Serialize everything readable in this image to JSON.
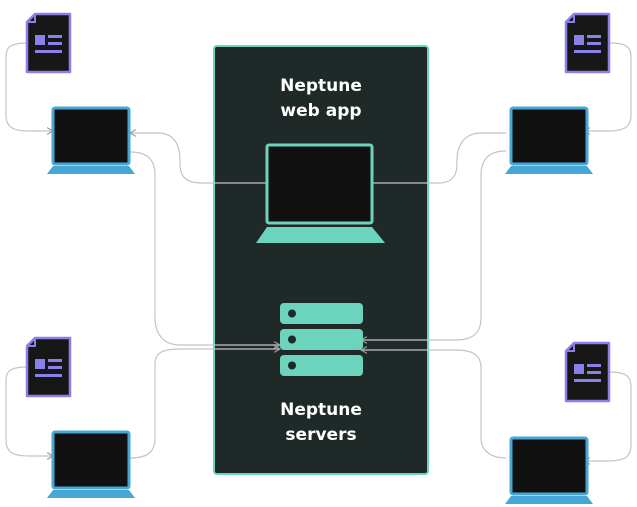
{
  "web_app": {
    "title_line1": "Neptune",
    "title_line2": "web app"
  },
  "servers": {
    "title_line1": "Neptune",
    "title_line2": "servers"
  },
  "colors": {
    "panel_bg": "#1f2a28",
    "panel_border": "#6cd4bd",
    "accent_teal": "#6cd4bd",
    "client_blue": "#46a7d6",
    "document_purple": "#8a80ea",
    "screen_dark": "#111111",
    "connector_gray": "#c4c4c4"
  },
  "icons": {
    "client_document": "document-icon",
    "client_laptop": "laptop-icon",
    "web_app_laptop": "laptop-icon",
    "server_stack": "server-stack-icon"
  }
}
